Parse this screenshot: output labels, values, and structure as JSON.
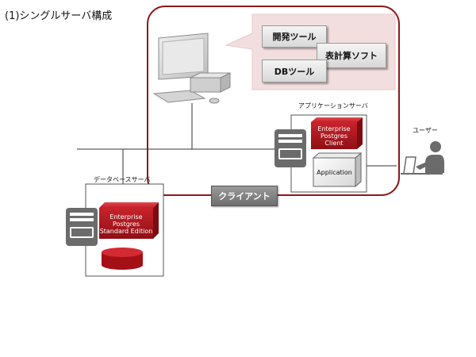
{
  "title": "(1)シングルサーバ構成",
  "client": {
    "label": "クライアント",
    "tools": {
      "dev_tool": "開発ツール",
      "spreadsheet": "表計算ソフト",
      "db_tool": "DBツール"
    }
  },
  "app_server": {
    "label": "アプリケーションサーバ",
    "epc_line1": "Enterprise",
    "epc_line2": "Postgres",
    "epc_line3": "Client",
    "application": "Application"
  },
  "db_server": {
    "label": "データベースサーバ",
    "eps_line1": "Enterprise",
    "eps_line2": "Postgres",
    "eps_line3": "Standard Edition"
  },
  "user": {
    "label": "ユーザー"
  },
  "colors": {
    "client_border": "#8b1a1a",
    "enterprise_red": "#b5121b",
    "tools_bg": "#f2dede",
    "server_icon": "#6b6b6b"
  }
}
